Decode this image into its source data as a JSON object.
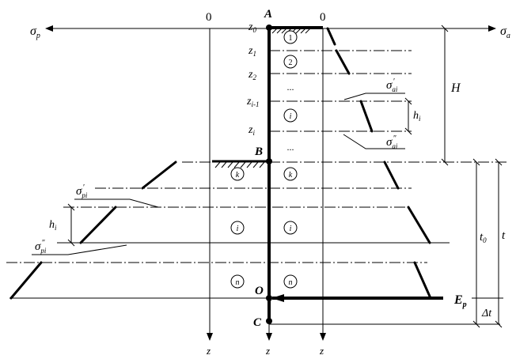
{
  "axis": {
    "sigma_p": "σ",
    "sigma_p_sub": "p",
    "sigma_a": "σ",
    "sigma_a_sub": "a",
    "zero_left": "0",
    "zero_right": "0",
    "z_label": "z"
  },
  "points": {
    "A": "A",
    "B": "B",
    "O": "O",
    "C": "C"
  },
  "levels": {
    "z0": "z",
    "z0_sub": "0",
    "z1": "z",
    "z1_sub": "1",
    "z2": "z",
    "z2_sub": "2",
    "zi1": "z",
    "zi1_sub": "i-1",
    "zi": "z",
    "zi_sub": "i"
  },
  "layers": {
    "l1": "1",
    "l2": "2",
    "dots": "...",
    "li": "i",
    "lk": "k",
    "ln": "n"
  },
  "stresses": {
    "sigma_ai_prime": "σ",
    "sigma_ai_prime_sub": "ai",
    "sigma_ai_prime_mark": "′",
    "sigma_ai_dprime": "σ",
    "sigma_ai_dprime_sub": "ai",
    "sigma_ai_dprime_mark": "″",
    "sigma_pi_prime": "σ",
    "sigma_pi_prime_sub": "pi",
    "sigma_pi_prime_mark": "′",
    "sigma_pi_dprime": "σ",
    "sigma_pi_dprime_sub": "pi",
    "sigma_pi_dprime_mark": "″"
  },
  "dimensions": {
    "H": "H",
    "h": "h",
    "h_sub": "i",
    "t0": "t",
    "t0_sub": "0",
    "t": "t",
    "delta_t": "Δt"
  },
  "force": {
    "E": "E",
    "E_sub": "p"
  }
}
